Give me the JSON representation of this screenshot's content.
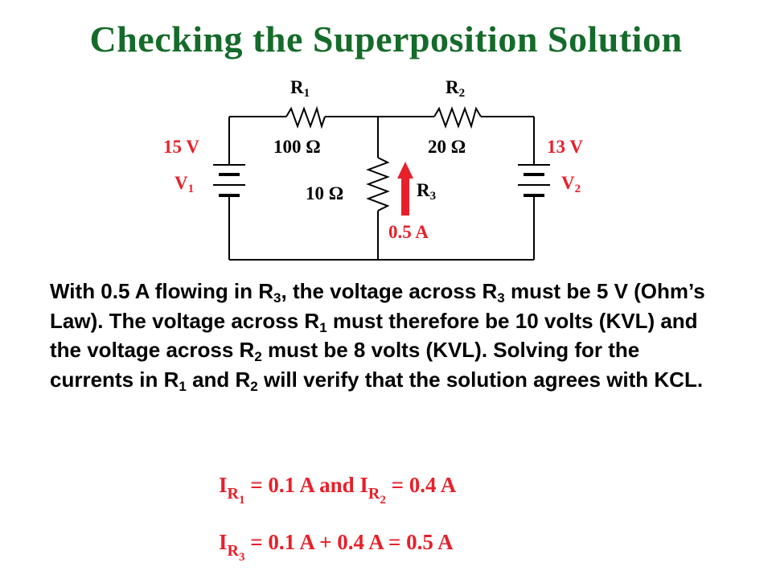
{
  "title": "Checking the Superposition Solution",
  "circuit": {
    "r1": {
      "letter": "R",
      "sub": "1",
      "value": "100 Ω"
    },
    "r2": {
      "letter": "R",
      "sub": "2",
      "value": "20 Ω"
    },
    "r3": {
      "letter": "R",
      "sub": "3",
      "value": "10 Ω"
    },
    "v1": {
      "letter": "V",
      "sub": "1",
      "value": "15 V"
    },
    "v2": {
      "letter": "V",
      "sub": "2",
      "value": "13 V"
    },
    "current": "0.5 A"
  },
  "paragraph": {
    "s1": "With 0.5 A flowing in R",
    "s1sub": "3",
    "s2": ", the voltage across R",
    "s2sub": "3",
    "s3": " must be 5 V (Ohm’s Law).  The voltage across R",
    "s3sub": "1",
    "s4": " must therefore be 10 volts (KVL) and the voltage across R",
    "s4sub": "2",
    "s5": " must be 8 volts (KVL).  Solving for the currents in R",
    "s5sub": "1",
    "s6": " and R",
    "s6sub": "2",
    "s7": " will verify that the solution agrees with KCL."
  },
  "equations": {
    "eq1": {
      "i": "I",
      "r": "R",
      "rsub": "1",
      "mid": " = 0.1 A and I",
      "r2": "R",
      "r2sub": "2",
      "end": " = 0.4 A"
    },
    "eq2": {
      "i": "I",
      "r": "R",
      "rsub": "3",
      "end": " = 0.1 A + 0.4 A = 0.5 A"
    }
  },
  "colors": {
    "title": "#156b2a",
    "accent": "#e8202a",
    "text": "#000000"
  }
}
